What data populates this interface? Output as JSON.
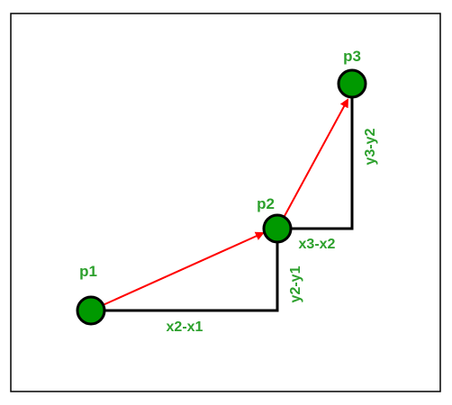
{
  "points": [
    {
      "id": "p1",
      "label": "p1"
    },
    {
      "id": "p2",
      "label": "p2"
    },
    {
      "id": "p3",
      "label": "p3"
    }
  ],
  "edges": [
    {
      "from": "p1",
      "to": "p2",
      "kind": "vector",
      "color": "#ff0000"
    },
    {
      "from": "p2",
      "to": "p3",
      "kind": "vector",
      "color": "#ff0000"
    }
  ],
  "differences": {
    "dx12": "x2-x1",
    "dy12": "y2-y1",
    "dx23": "x3-x2",
    "dy23": "y3-y2"
  },
  "colors": {
    "node_fill": "#009900",
    "node_stroke": "#000000",
    "label_color": "#2ca02c",
    "arrow_color": "#ff0000",
    "guide_color": "#000000",
    "frame_color": "#000000"
  }
}
